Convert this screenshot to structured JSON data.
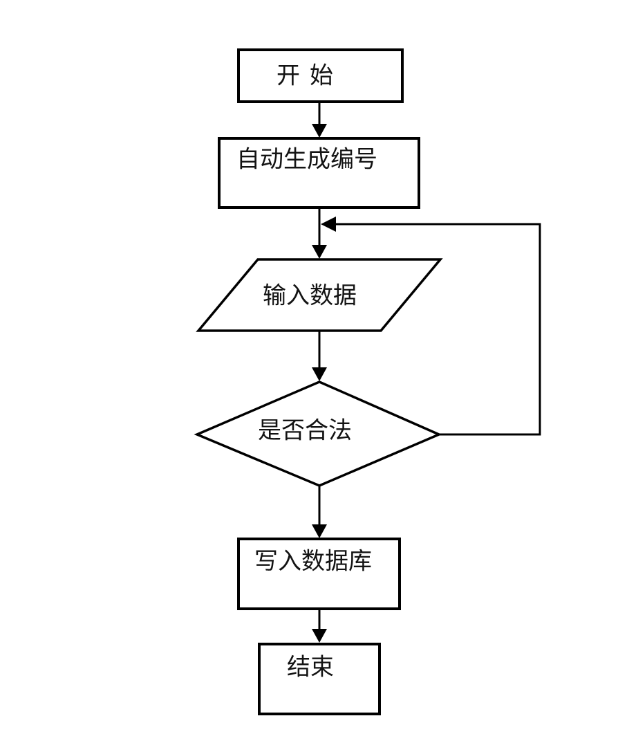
{
  "diagram": {
    "kind": "flowchart",
    "colors": {
      "background": "#ffffff",
      "line": "#000000",
      "text": "#131313"
    },
    "nodes": [
      {
        "id": "start",
        "shape": "rectangle",
        "label": "开始"
      },
      {
        "id": "auto-generate-id",
        "shape": "rectangle",
        "label": "自动生成编号"
      },
      {
        "id": "input-data",
        "shape": "parallelogram",
        "label": "输入数据"
      },
      {
        "id": "is-valid",
        "shape": "diamond",
        "label": "是否合法"
      },
      {
        "id": "write-database",
        "shape": "rectangle",
        "label": "写入数据库"
      },
      {
        "id": "end",
        "shape": "rectangle",
        "label": "结束"
      }
    ],
    "edges": [
      {
        "from": "start",
        "to": "auto-generate-id",
        "style": "arrow-down"
      },
      {
        "from": "auto-generate-id",
        "to": "input-data",
        "style": "arrow-down"
      },
      {
        "from": "input-data",
        "to": "is-valid",
        "style": "arrow-down"
      },
      {
        "from": "is-valid",
        "to": "write-database",
        "style": "arrow-down"
      },
      {
        "from": "write-database",
        "to": "end",
        "style": "arrow-down"
      },
      {
        "from": "is-valid",
        "to": "input-data",
        "style": "loop-back-right"
      }
    ]
  }
}
